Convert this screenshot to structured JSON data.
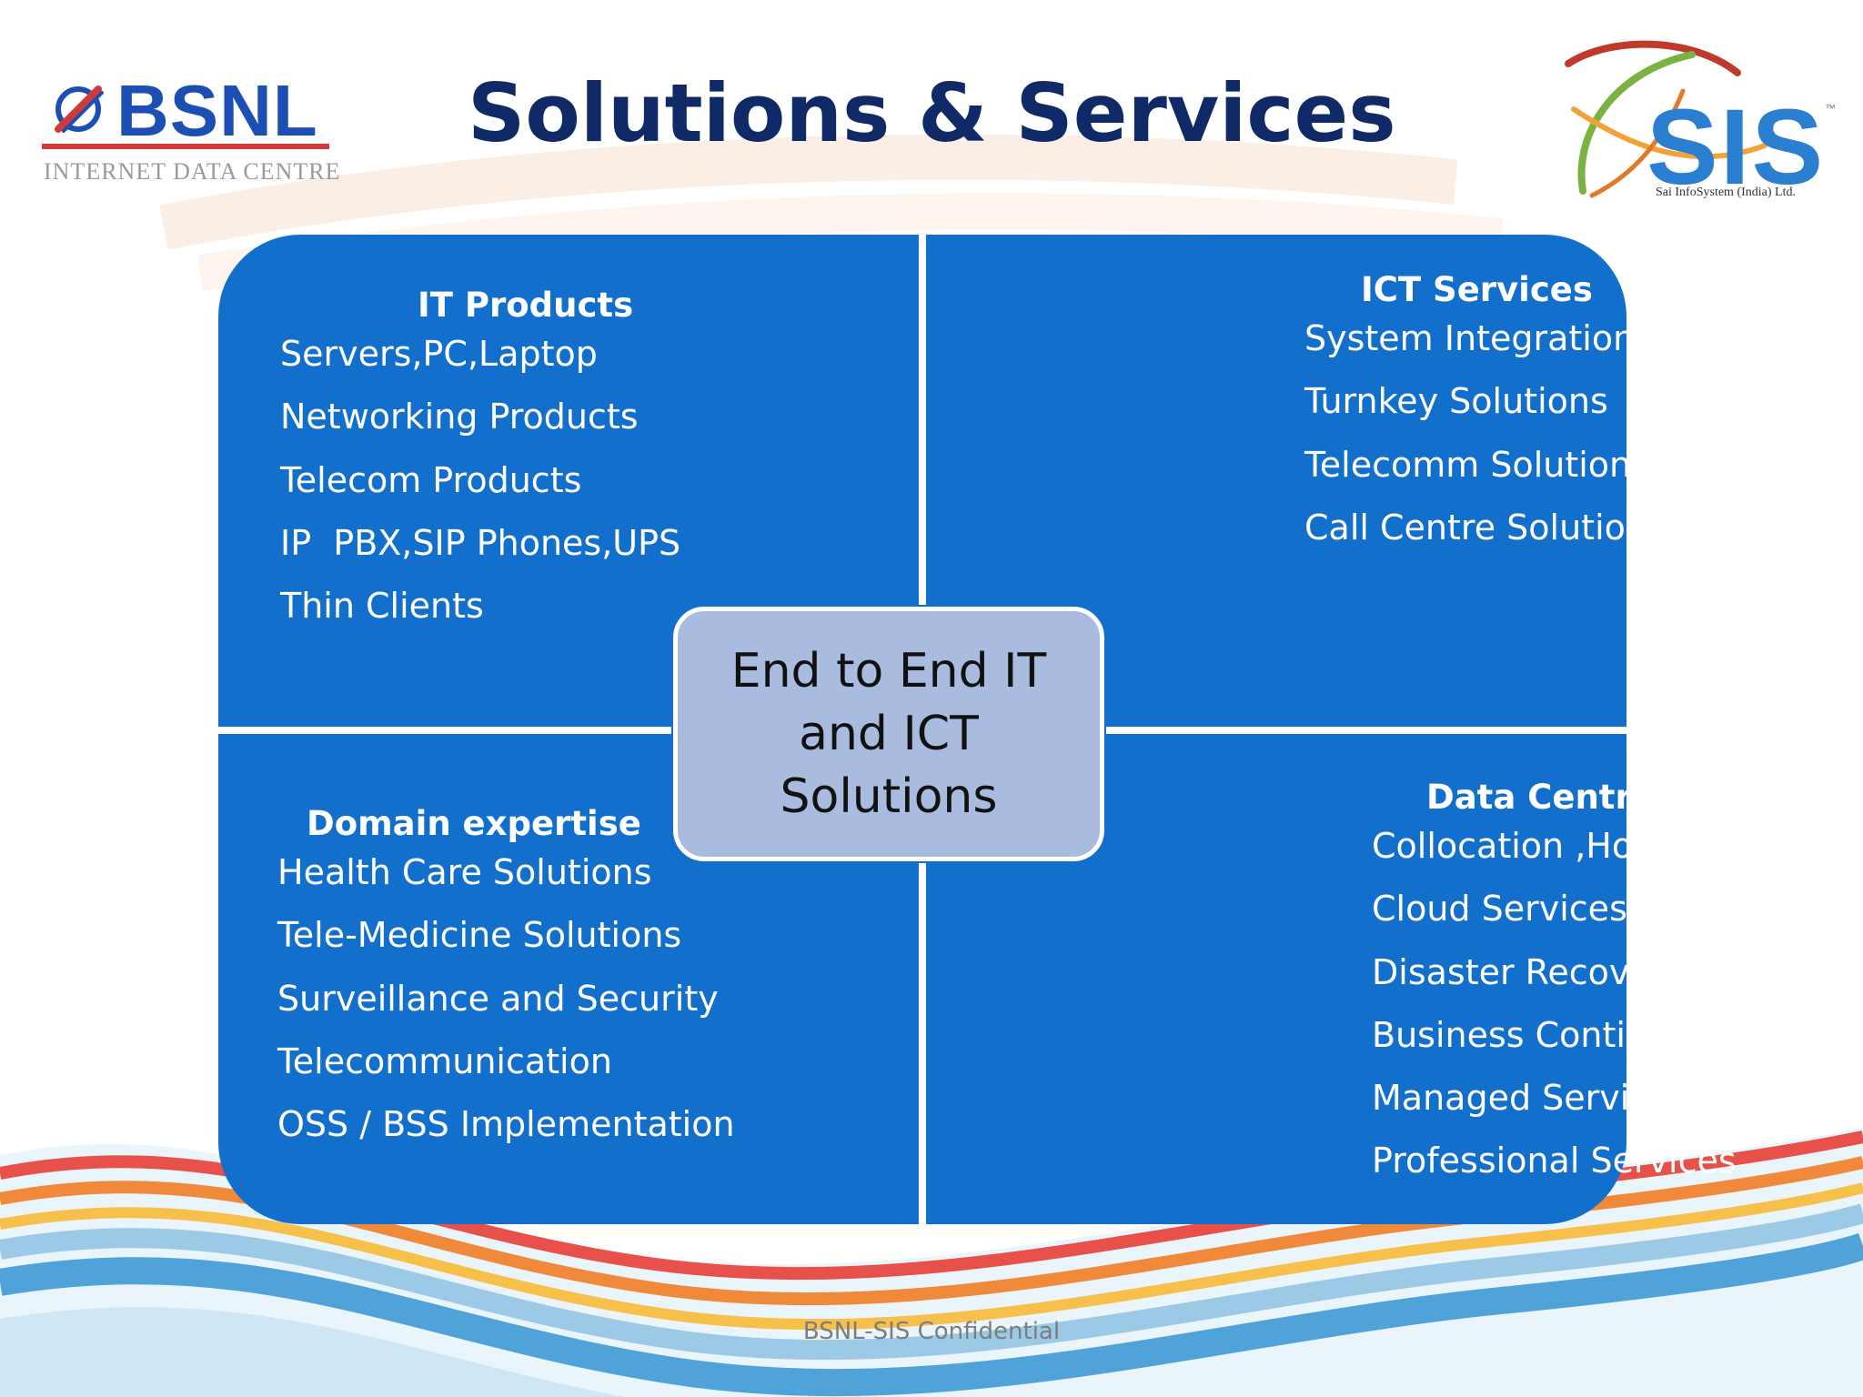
{
  "slide": {
    "title": "Solutions & Services",
    "footer": "BSNL-SIS Confidential",
    "colors": {
      "title": "#0f2a66",
      "quadrant_fill": "#1270cc",
      "center_fill": "#a9bcdf",
      "bsnl_blue": "#1b4fb3",
      "bsnl_red": "#d43a3a",
      "sis_blue": "#2a7fd0"
    }
  },
  "logos": {
    "bsnl": {
      "name": "BSNL",
      "subtitle": "INTERNET DATA CENTRE"
    },
    "sis": {
      "name": "SIS",
      "subtitle": "Sai InfoSystem (India) Ltd."
    }
  },
  "center": {
    "text": "End to End IT and ICT Solutions"
  },
  "quadrants": {
    "it_products": {
      "heading": "IT Products",
      "items": [
        "Servers,PC,Laptop",
        "Networking Products",
        "Telecom Products",
        "IP  PBX,SIP Phones,UPS",
        "Thin Clients"
      ]
    },
    "ict_services": {
      "heading": "ICT Services",
      "items": [
        "System Integration",
        "Turnkey Solutions",
        "Telecomm Solutions",
        "Call Centre Solutions"
      ]
    },
    "domain_expertise": {
      "heading": "Domain expertise",
      "items": [
        "Health Care Solutions",
        "Tele-Medicine Solutions",
        "Surveillance and Security",
        "Telecommunication",
        "OSS / BSS Implementation"
      ]
    },
    "data_centre": {
      "heading": "Data Centre",
      "items": [
        "Collocation ,Hosting",
        "Cloud Services",
        "Disaster Recovery",
        "Business Continuity",
        "Managed Services",
        "Professional Services"
      ]
    }
  }
}
